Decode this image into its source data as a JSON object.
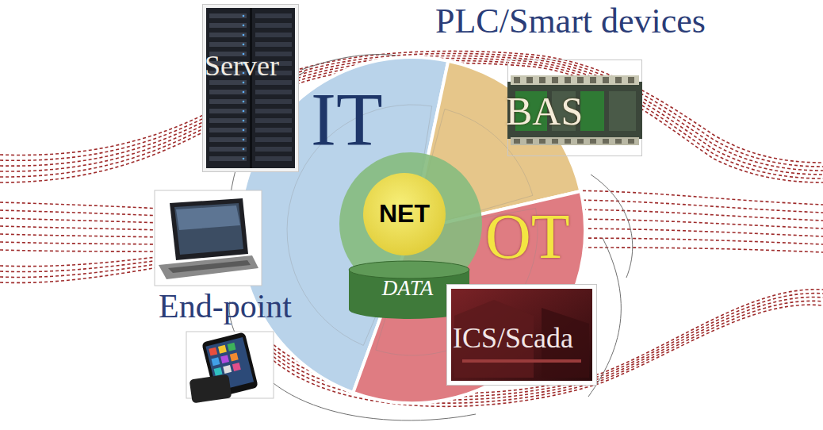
{
  "diagram": {
    "nodes": [
      {
        "text": [
          "Server"
        ]
      },
      {
        "text": [
          "PLC/Smart devices"
        ]
      },
      {
        "text": [
          "IT"
        ]
      },
      {
        "text": [
          "BAS"
        ]
      },
      {
        "text": [
          "NET"
        ]
      },
      {
        "text": [
          "OT"
        ]
      },
      {
        "text": [
          "DATA"
        ]
      },
      {
        "text": [
          "ICS/Scada"
        ]
      }
    ],
    "labels": [
      "End-point"
    ]
  }
}
